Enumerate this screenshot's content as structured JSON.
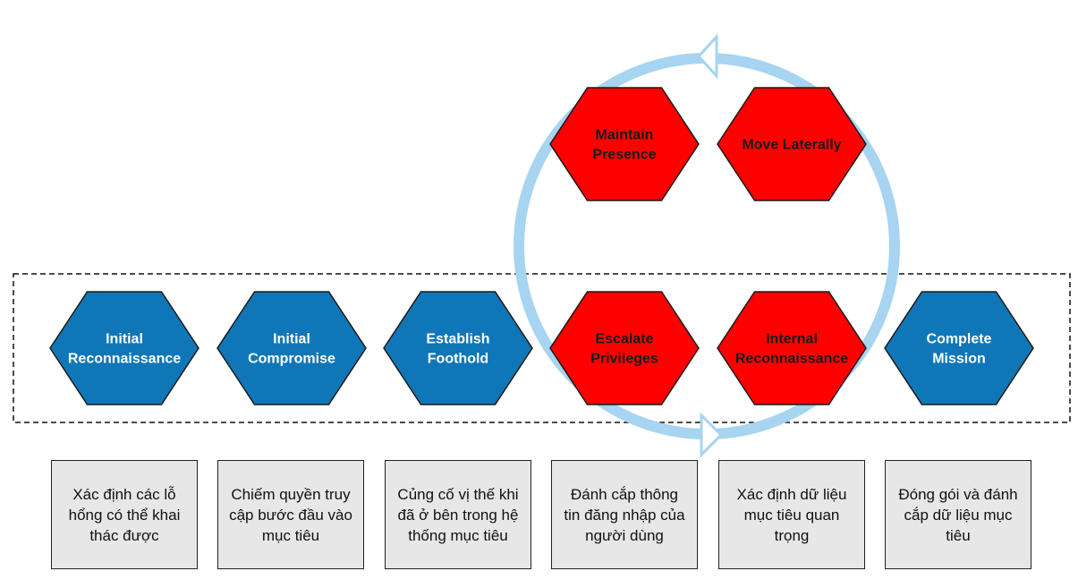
{
  "colors": {
    "blue_stage": "#0f77b7",
    "red_stage": "#ff0000",
    "cycle_ring": "#a6d4f1",
    "desc_box": "#e7e7e7"
  },
  "stages": [
    {
      "id": "initial-reconnaissance",
      "lines": [
        "Initial",
        "Reconnaissance"
      ],
      "color": "blue"
    },
    {
      "id": "initial-compromise",
      "lines": [
        "Initial",
        "Compromise"
      ],
      "color": "blue"
    },
    {
      "id": "establish-foothold",
      "lines": [
        "Establish",
        "Foothold"
      ],
      "color": "blue"
    },
    {
      "id": "escalate-privileges",
      "lines": [
        "Escalate",
        "Privileges"
      ],
      "color": "red"
    },
    {
      "id": "internal-reconnaissance",
      "lines": [
        "Internal",
        "Reconnaissance"
      ],
      "color": "red"
    },
    {
      "id": "complete-mission",
      "lines": [
        "Complete",
        "Mission"
      ],
      "color": "blue"
    }
  ],
  "cycle_stages": [
    {
      "id": "maintain-presence",
      "lines": [
        "Maintain",
        "Presence"
      ],
      "color": "red"
    },
    {
      "id": "move-laterally",
      "lines": [
        "Move Laterally"
      ],
      "color": "red"
    }
  ],
  "descriptions": [
    {
      "lines": [
        "Xác định các lỗ",
        "hổng có thể khai",
        "thác được"
      ]
    },
    {
      "lines": [
        "Chiếm quyền truy",
        "cập bước đầu vào",
        "mục tiêu"
      ]
    },
    {
      "lines": [
        "Củng cố vị thế khi",
        "đã ở bên trong hệ",
        "thống mục tiêu"
      ]
    },
    {
      "lines": [
        "Đánh cắp thông",
        "tin đăng nhập của",
        "người dùng"
      ]
    },
    {
      "lines": [
        "Xác định dữ liệu",
        "mục tiêu quan",
        "trọng"
      ]
    },
    {
      "lines": [
        "Đóng gói và đánh",
        "cắp dữ liệu mục",
        "tiêu"
      ]
    }
  ]
}
